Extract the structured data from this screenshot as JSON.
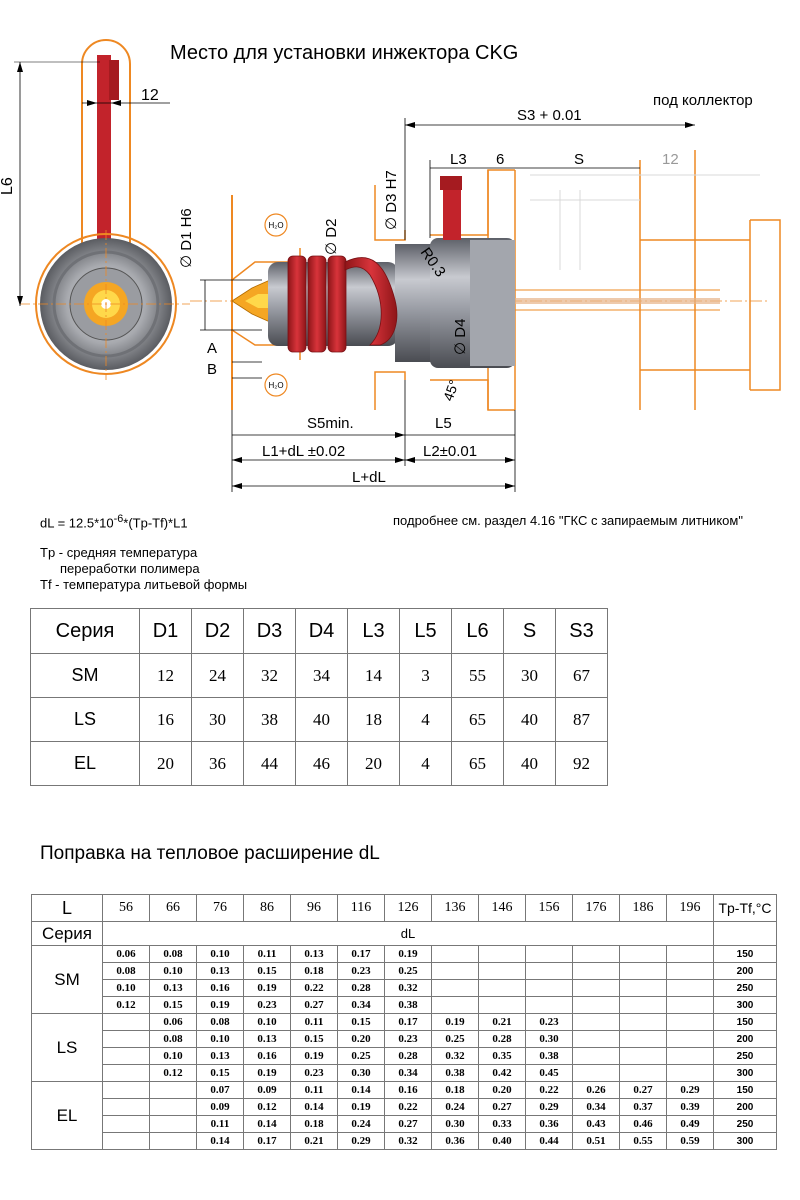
{
  "title": "Место для установки инжектора CKG",
  "drawing_labels": {
    "l6": "L6",
    "d12": "12",
    "pod_kollektor": "под коллектор",
    "s3": "S3 + 0.01",
    "l3": "L3",
    "six": "6",
    "s": "S",
    "twelve_right": "12",
    "d3": "∅ D3 H7",
    "d1": "∅ D1 H6",
    "d2": "∅ D2",
    "r03": "R0.3",
    "d4": "∅ D4",
    "a": "A",
    "b": "B",
    "angle": "45°",
    "s5": "S5min.",
    "l5": "L5",
    "l1dl": "L1+dL ±0.02",
    "l2": "L2±0.01",
    "ldl": "L+dL",
    "h2o_top": "H₂O",
    "h2o_bottom": "H₂O"
  },
  "formula": {
    "main": "dL = 12.5*10",
    "exp": "-6",
    "rest": "*(Tp-Tf)*L1",
    "reference": "подробнее см. раздел 4.16  \"ГКС с запираемым литником\""
  },
  "legend": {
    "tp_line1": "Tp - средняя температура",
    "tp_line2": "переработки полимера",
    "tf": "Tf - температура литьевой формы"
  },
  "dims_table": {
    "headers": [
      "Серия",
      "D1",
      "D2",
      "D3",
      "D4",
      "L3",
      "L5",
      "L6",
      "S",
      "S3"
    ],
    "rows": [
      {
        "series": "SM",
        "values": [
          "12",
          "24",
          "32",
          "34",
          "14",
          "3",
          "55",
          "30",
          "67"
        ]
      },
      {
        "series": "LS",
        "values": [
          "16",
          "30",
          "38",
          "40",
          "18",
          "4",
          "65",
          "40",
          "87"
        ]
      },
      {
        "series": "EL",
        "values": [
          "20",
          "36",
          "44",
          "46",
          "20",
          "4",
          "65",
          "40",
          "92"
        ]
      }
    ]
  },
  "correction": {
    "title": "Поправка на тепловое расширение dL",
    "l_label": "L",
    "l_values": [
      "56",
      "66",
      "76",
      "86",
      "96",
      "116",
      "126",
      "136",
      "146",
      "156",
      "176",
      "186",
      "196"
    ],
    "tp_header": "Tp-Tf,°C",
    "series_label": "Серия",
    "dl_label": "dL",
    "groups": [
      {
        "name": "SM",
        "rows": [
          {
            "vals": [
              "0.06",
              "0.08",
              "0.10",
              "0.11",
              "0.13",
              "0.17",
              "0.19",
              "",
              "",
              "",
              "",
              "",
              ""
            ],
            "t": "150"
          },
          {
            "vals": [
              "0.08",
              "0.10",
              "0.13",
              "0.15",
              "0.18",
              "0.23",
              "0.25",
              "",
              "",
              "",
              "",
              "",
              ""
            ],
            "t": "200"
          },
          {
            "vals": [
              "0.10",
              "0.13",
              "0.16",
              "0.19",
              "0.22",
              "0.28",
              "0.32",
              "",
              "",
              "",
              "",
              "",
              ""
            ],
            "t": "250"
          },
          {
            "vals": [
              "0.12",
              "0.15",
              "0.19",
              "0.23",
              "0.27",
              "0.34",
              "0.38",
              "",
              "",
              "",
              "",
              "",
              ""
            ],
            "t": "300"
          }
        ]
      },
      {
        "name": "LS",
        "rows": [
          {
            "vals": [
              "",
              "0.06",
              "0.08",
              "0.10",
              "0.11",
              "0.15",
              "0.17",
              "0.19",
              "0.21",
              "0.23",
              "",
              "",
              ""
            ],
            "t": "150"
          },
          {
            "vals": [
              "",
              "0.08",
              "0.10",
              "0.13",
              "0.15",
              "0.20",
              "0.23",
              "0.25",
              "0.28",
              "0.30",
              "",
              "",
              ""
            ],
            "t": "200"
          },
          {
            "vals": [
              "",
              "0.10",
              "0.13",
              "0.16",
              "0.19",
              "0.25",
              "0.28",
              "0.32",
              "0.35",
              "0.38",
              "",
              "",
              ""
            ],
            "t": "250"
          },
          {
            "vals": [
              "",
              "0.12",
              "0.15",
              "0.19",
              "0.23",
              "0.30",
              "0.34",
              "0.38",
              "0.42",
              "0.45",
              "",
              "",
              ""
            ],
            "t": "300"
          }
        ]
      },
      {
        "name": "EL",
        "rows": [
          {
            "vals": [
              "",
              "",
              "0.07",
              "0.09",
              "0.11",
              "0.14",
              "0.16",
              "0.18",
              "0.20",
              "0.22",
              "0.26",
              "0.27",
              "0.29"
            ],
            "t": "150"
          },
          {
            "vals": [
              "",
              "",
              "0.09",
              "0.12",
              "0.14",
              "0.19",
              "0.22",
              "0.24",
              "0.27",
              "0.29",
              "0.34",
              "0.37",
              "0.39"
            ],
            "t": "200"
          },
          {
            "vals": [
              "",
              "",
              "0.11",
              "0.14",
              "0.18",
              "0.24",
              "0.27",
              "0.30",
              "0.33",
              "0.36",
              "0.43",
              "0.46",
              "0.49"
            ],
            "t": "250"
          },
          {
            "vals": [
              "",
              "",
              "0.14",
              "0.17",
              "0.21",
              "0.29",
              "0.32",
              "0.36",
              "0.40",
              "0.44",
              "0.51",
              "0.55",
              "0.59"
            ],
            "t": "300"
          }
        ]
      }
    ]
  },
  "colors": {
    "orange": "#ee8822",
    "red": "#c2232b",
    "steel": "#8a8d94"
  }
}
